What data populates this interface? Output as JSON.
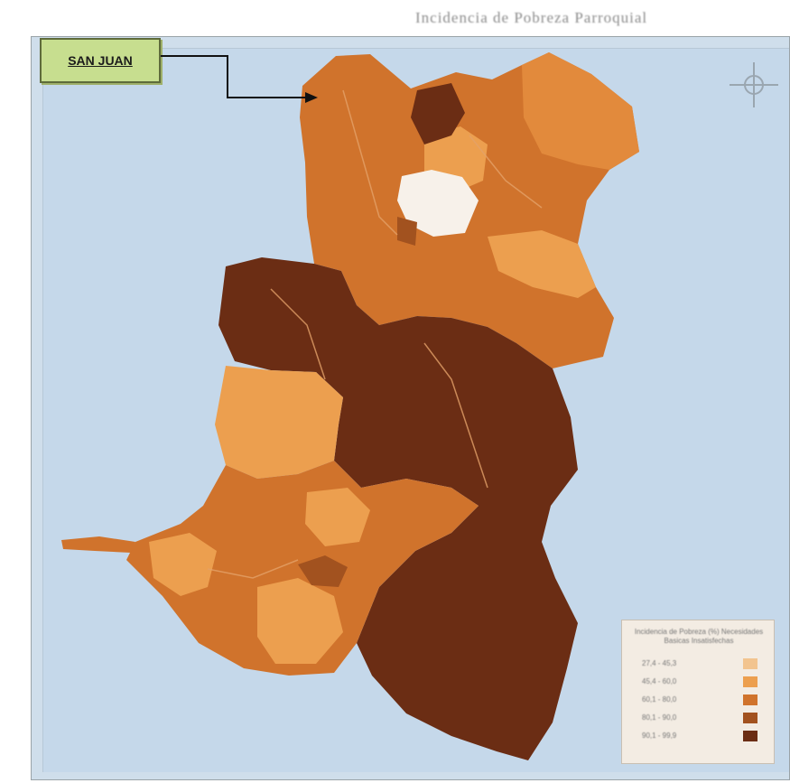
{
  "map": {
    "title": "Incidencia de Pobreza Parroquial",
    "callout_label": "SAN JUAN",
    "colors": {
      "water": "#c5d8ea",
      "class_1": "#f2c48f",
      "class_2": "#ec9f4f",
      "class_3": "#d0732c",
      "class_4": "#a2521f",
      "class_5": "#6b2d14",
      "urban": "#f7f1ea"
    }
  },
  "legend": {
    "title": "Incidencia de Pobreza (%) Necesidades Basicas Insatisfechas",
    "rows": [
      {
        "label": "27,4 - 45,3",
        "color": "#f2c48f"
      },
      {
        "label": "45,4 - 60,0",
        "color": "#ec9f4f"
      },
      {
        "label": "60,1 - 80,0",
        "color": "#d0732c"
      },
      {
        "label": "80,1 - 90,0",
        "color": "#a2521f"
      },
      {
        "label": "90,1 - 99,9",
        "color": "#6b2d14"
      }
    ]
  }
}
